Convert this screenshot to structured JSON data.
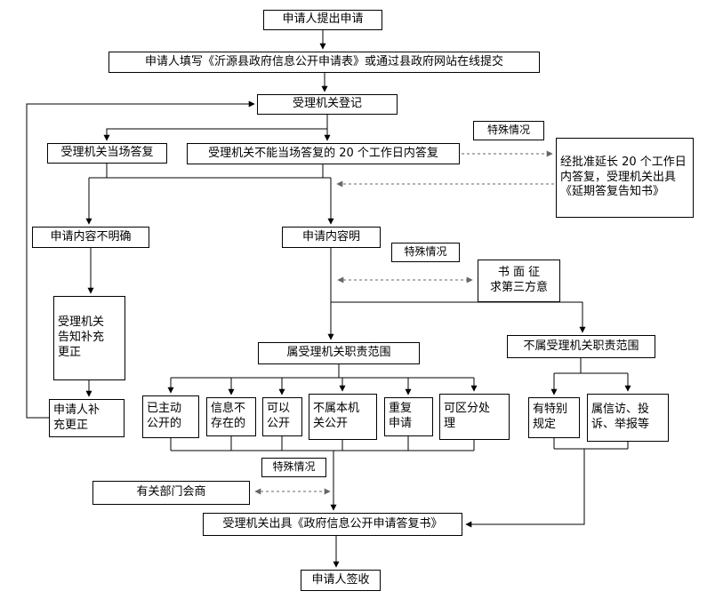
{
  "diagram_type": "flowchart",
  "colors": {
    "background": "#ffffff",
    "box_background": "#ffffff",
    "box_border": "#000000",
    "solid_line": "#000000",
    "dashed_line": "#666666",
    "text": "#000000"
  },
  "nodes": {
    "submit": "申请人提出申请",
    "fill_form": "申请人填写《沂源县政府信息公开申请表》或通过县政府网站在线提交",
    "register": "受理机关登记",
    "special_case_1": "特殊情况",
    "onspot_reply": "受理机关当场答复",
    "reply_20days": "受理机关不能当场答复的 20 个工作日内答复",
    "extended_reply": "经批准延长 20 个工作日\n内答复，受理机关出具\n《延期答复告知书》",
    "content_unclear": "申请内容不明确",
    "content_clear": "申请内容明",
    "special_case_2": "特殊情况",
    "third_party": "书 面 征\n求第三方意",
    "notify_supplement": "受理机关\n告知补充\n更正",
    "in_scope": "属受理机关职责范围",
    "out_scope": "不属受理机关职责范围",
    "applicant_supplement": "申请人补\n充更正",
    "already_public": "已主动\n公开的",
    "info_not_exist": "信息不\n存在的",
    "can_disclose": "可以\n公开",
    "not_this_agency": "不属本机\n关公开",
    "repeated_application": "重复\n申请",
    "separable_handling": "可区分处\n理",
    "special_provisions": "有特别\n规定",
    "petition_complaint": "属信访、投\n诉、举报等",
    "special_case_3": "特殊情况",
    "dept_consultation": "有关部门会商",
    "issue_reply": "受理机关出具《政府信息公开申请答复书》",
    "sign": "申请人签收"
  }
}
